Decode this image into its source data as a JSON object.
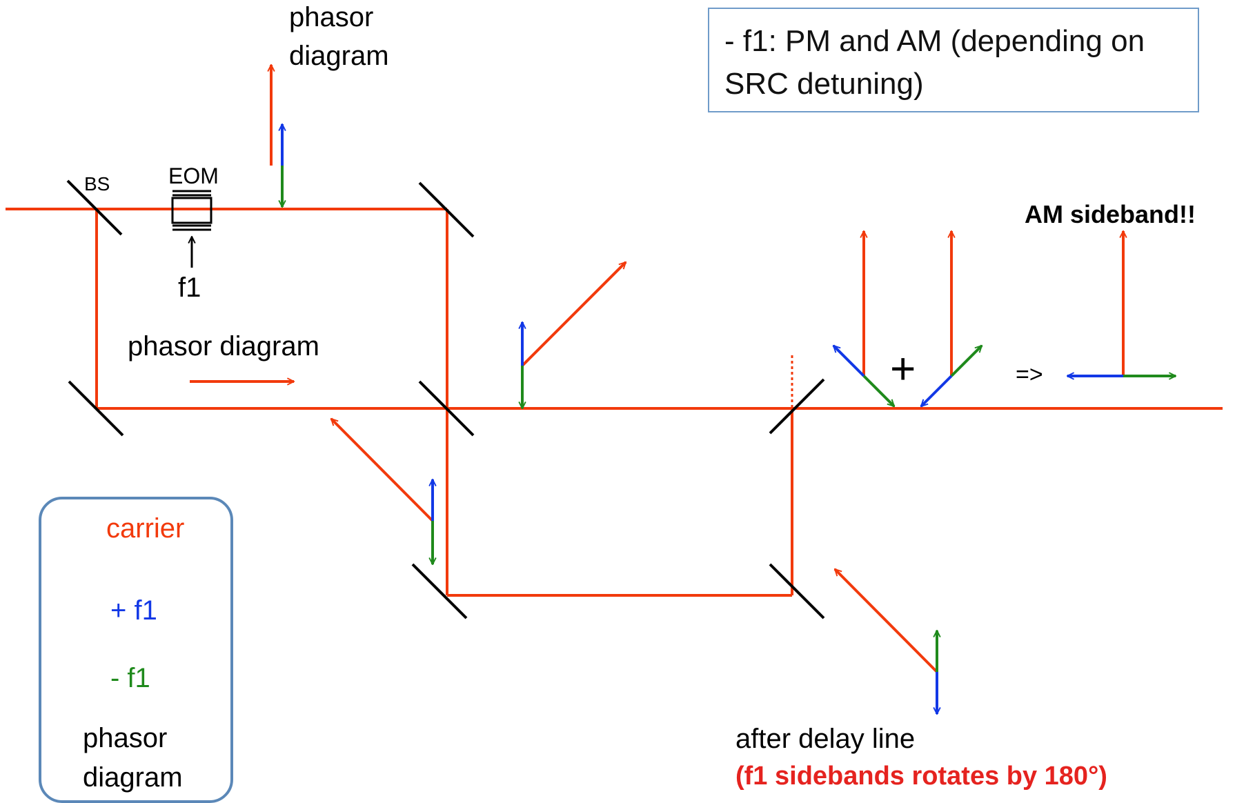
{
  "colors": {
    "beam": "#f23a0c",
    "carrier": "#f23a0c",
    "upper_sideband": "#1238e6",
    "lower_sideband": "#1f8a1c",
    "optic": "#000000",
    "info_box_border": "#6f9bc9",
    "legend_box_border": "#5b88b8",
    "emphasis_text": "#e5231f"
  },
  "labels": {
    "bs": "BS",
    "eom": "EOM",
    "f1": "f1",
    "phasor_top_line1": "phasor",
    "phasor_top_line2": "diagram",
    "phasor_mid": "phasor diagram",
    "plus": "+",
    "implies": "=>",
    "am_sideband": "AM sideband!!",
    "after_delay_line": "after delay line",
    "rotation_note": "(f1 sidebands rotates by 180°)"
  },
  "info_box": {
    "text": "- f1: PM and AM (depending on SRC detuning)"
  },
  "legend": {
    "carrier": "carrier",
    "plus_f1": "+ f1",
    "minus_f1": "- f1",
    "title_line1": "phasor",
    "title_line2": "diagram"
  }
}
